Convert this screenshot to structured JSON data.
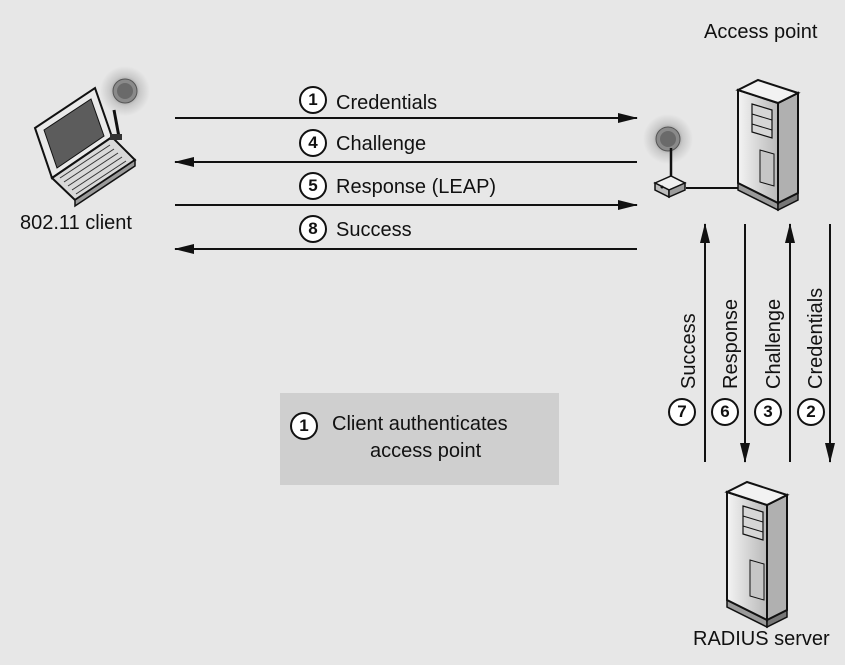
{
  "title": "",
  "nodes": {
    "client": "802.11 client",
    "access_point": "Access point",
    "radius_server": "RADIUS server"
  },
  "messages": [
    {
      "step": "1",
      "label": "Credentials"
    },
    {
      "step": "4",
      "label": "Challenge"
    },
    {
      "step": "5",
      "label": "Response (LEAP)"
    },
    {
      "step": "8",
      "label": "Success"
    }
  ],
  "server_messages": [
    {
      "step": "7",
      "label": "Success"
    },
    {
      "step": "6",
      "label": "Response"
    },
    {
      "step": "3",
      "label": "Challenge"
    },
    {
      "step": "2",
      "label": "Credentials"
    }
  ],
  "note": {
    "step": "1",
    "line1": "Client authenticates",
    "line2": "access point"
  },
  "colors": {
    "background": "#e7e7e7",
    "note_box": "#cfcfcf",
    "lines": "#111111"
  }
}
